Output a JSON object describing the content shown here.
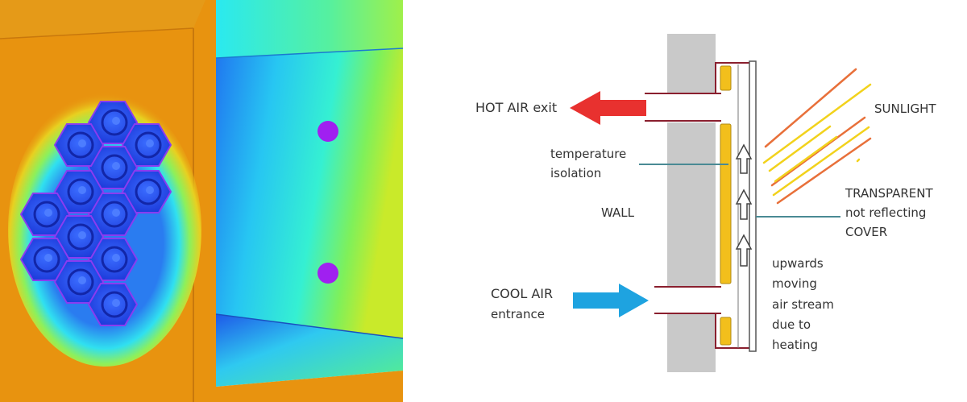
{
  "labels": {
    "hot_air": "HOT AIR exit",
    "sunlight": "SUNLIGHT",
    "temperature_1": "temperature",
    "temperature_2": "isolation",
    "transparent_1": "TRANSPARENT",
    "transparent_2": "not reflecting",
    "transparent_3": "COVER",
    "wall": "WALL",
    "upwards_1": "upwards",
    "upwards_2": "moving",
    "upwards_3": "air stream",
    "upwards_4": "due to",
    "upwards_5": "heating",
    "cool_air_1": "COOL AIR",
    "cool_air_2": "entrance"
  },
  "colors": {
    "hot_air_arrow": "#e8312f",
    "cool_air_arrow": "#1ea3e0",
    "wall": "#c9c9c9",
    "absorber": "#f2bf1c",
    "leader_line": "#4a8a94",
    "duct_line": "#8a1f2e",
    "sun_orange": "#e8703a",
    "sun_yellow": "#f2d21c",
    "render_orange": "#e8930f",
    "render_blue": "#1a5cf0",
    "render_cyan": "#2ee6f0",
    "render_magenta": "#a020f0"
  }
}
